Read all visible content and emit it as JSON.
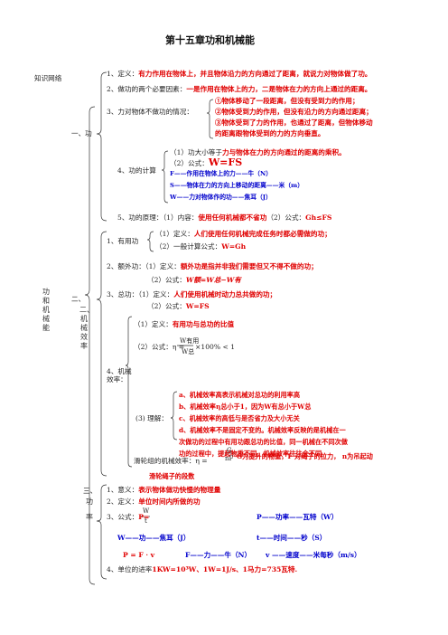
{
  "title": "第十五章功和机械能",
  "left_label": "知识网络",
  "root_label": "功和机械能",
  "sec1": {
    "label": "一、功",
    "l1_pre": "1、定义：",
    "l1": "有力作用在物体上，并且物体沿力的方向通过了距离，就说力对物体做了功。",
    "l2_pre": "2、做功的两个必要因素：",
    "l2": "一是作用在物体上的力，二是物体在力的方向上通过的距离。",
    "l3_pre": "3、力对物体不做功的情况：",
    "l3a": "①物体移动了一段距离，但没有受到力的作用；",
    "l3b": "②物体受到力的作用，但没有沿力的方向通过距离；",
    "l3c": "③物体受到了力的作用，也通过了距离，但物体移动",
    "l3d": "的距离跟物体受到的力的方向垂直。",
    "l4_pre": "4、功的计算",
    "l4a_pre": "（1）功大小等于",
    "l4a": "力与物体在力的方向通过的距离的乘积。",
    "l4b_pre": "（2）公式：",
    "l4b": "W=FS",
    "l4c": "F——作用在物体上的力——牛（N）",
    "l4d": "S——物体在力的方向上移动的距离——米（m）",
    "l4e": "W——力对物体作的功——焦耳（J）",
    "l5_pre": "5、功的原理：（1）内容：",
    "l5a": "使用任何机械都不省功",
    "l5_mid": "（2）公式：",
    "l5b": "Gh≤FS"
  },
  "sec2": {
    "label": "二、机械效率",
    "l1_pre": "1、有用功",
    "l1a_pre": "（1）定义：",
    "l1a": "人们使用任何机械完成任务时都必需做的功；",
    "l1b_pre": "（2）一般计算公式：",
    "l1b": "W=Gh",
    "l2_pre": "2、额外功：（1）定义：",
    "l2a": "额外功是指并非我们需要但又不得不做的功；",
    "l2b_pre": "（2）公式：",
    "l2b": "W额=W总−W有",
    "l3_pre": "3、总功：（1）定义：",
    "l3a": "人们使用机械时动力总共做的功；",
    "l3b_pre": "（2）公式：",
    "l3b": "W=FS",
    "l4_pre": "4、机械效率：",
    "l4a_pre": "（1）定义：",
    "l4a": "有用功与总功的比值",
    "l4b_pre": "（2）公式：",
    "l4b_num": "W有用",
    "l4b_den": "W总",
    "l4b_tail": "×100% < 1",
    "l4c_pre": "(3) 理解：",
    "l4c1": "a、机械效率高表示机械对总功的利用率高",
    "l4c2": "b、机械效率η总小于1，因为W有总小于W总",
    "l4c3": "c、机械效率的高低与是否省力及大小无关",
    "l4c4": "d、机械效率不是固定不变的。机械效率反映的是机械在一",
    "l4c5": "次做功的过程中有用功跟总功的比值，同一机械在不同次做",
    "l4c6": "功的过程中，提起物重不同，机械效率往往会不同",
    "l4d_pre": "滑轮组的机械效率：η =",
    "l4d_num": "G",
    "l4d_den": "nF",
    "l4d": "G为提升的物重，F  对绳子的拉力，  n为吊起动",
    "l4e": "滑轮绳子的段数"
  },
  "sec3": {
    "label": "三、功率",
    "l1_pre": "1、意义：",
    "l1": "表示物体做功快慢的物理量",
    "l2_pre": "2、定义：",
    "l2": "单位时间内所做的功",
    "l3_pre": "3、公式：",
    "l3": "P=",
    "l3_num": "W",
    "l3_den": "t",
    "l3_p": "P——功率——瓦特（W）",
    "l3_w": "W——功——焦耳（J）",
    "l3_t": "t——时间——秒（S）",
    "l3_f": "P = F · v",
    "l3_F": "F——力——牛（N）",
    "l3_v": "v ——速度——米每秒（m/s）",
    "l4_pre": "4、单位的进率",
    "l4": "1KW=10³W、1W=1J/s、1马力=735瓦特."
  },
  "colors": {
    "accent": "#e00000",
    "unit_blue": "#0000cc",
    "text": "#222222"
  }
}
